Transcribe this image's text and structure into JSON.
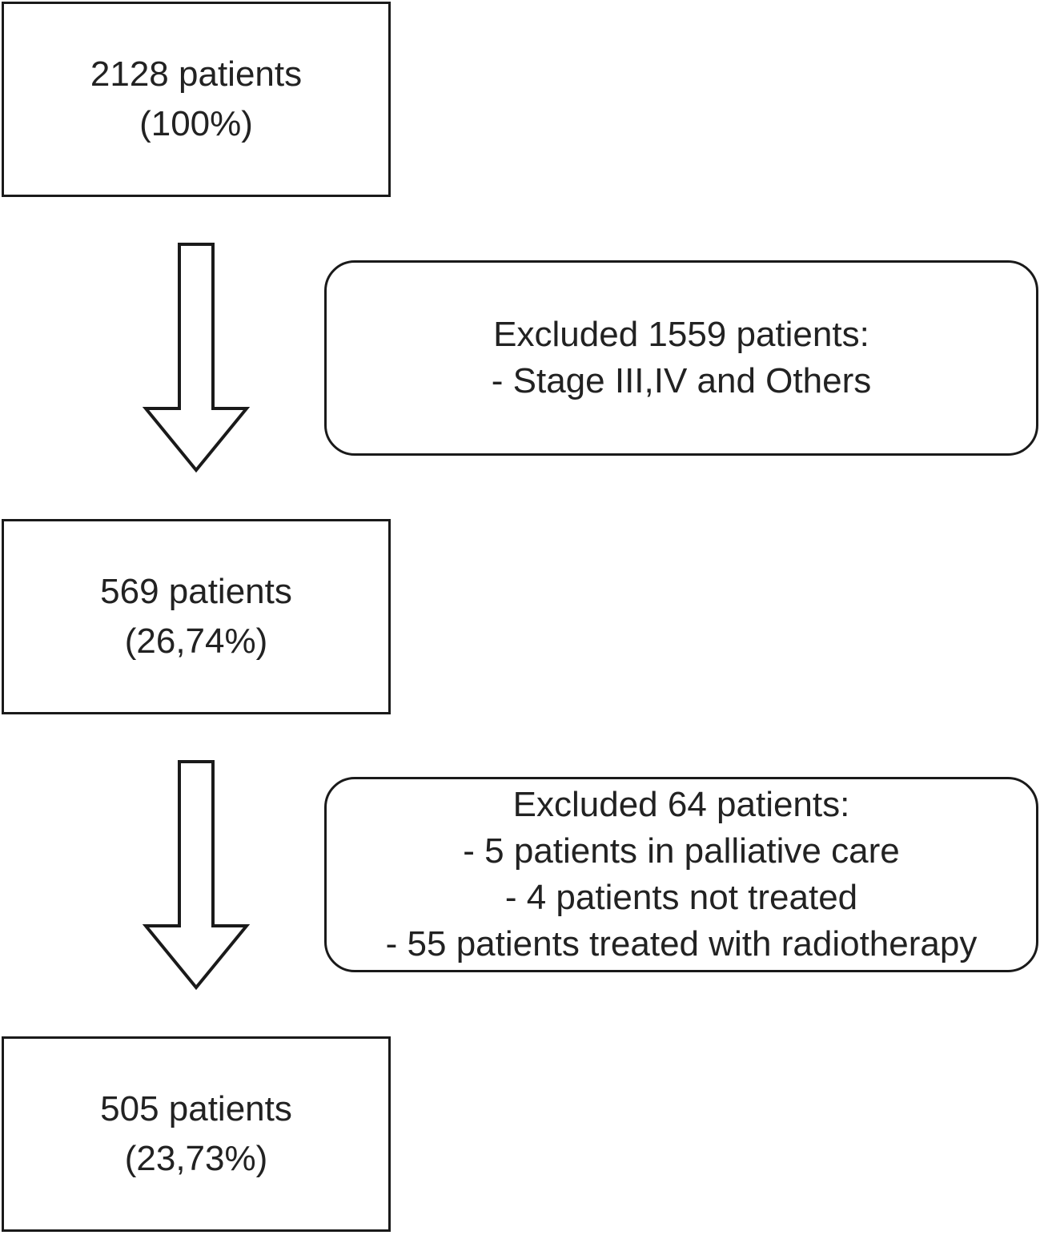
{
  "stages": [
    {
      "count": "2128 patients",
      "percent": "(100%)"
    },
    {
      "count": "569 patients",
      "percent": "(26,74%)"
    },
    {
      "count": "505 patients",
      "percent": "(23,73%)"
    }
  ],
  "exclusions": [
    {
      "title": "Excluded 1559 patients:",
      "items": [
        "- Stage III,IV and Others"
      ]
    },
    {
      "title": "Excluded 64 patients:",
      "items": [
        "- 5 patients in palliative care",
        "- 4 patients not treated",
        "- 55 patients treated with radiotherapy"
      ]
    }
  ],
  "colors": {
    "stroke": "#1a1a1a",
    "fill": "#ffffff",
    "text": "#222222"
  }
}
